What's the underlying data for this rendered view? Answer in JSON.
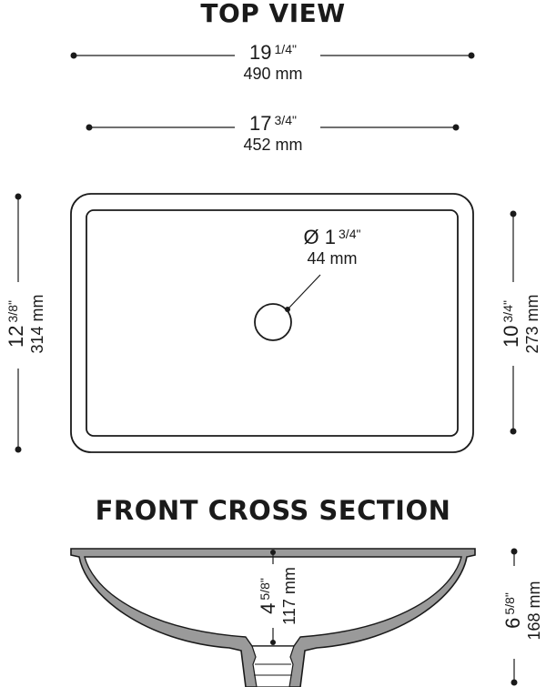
{
  "titles": {
    "top_view": "TOP VIEW",
    "front_cross_section": "FRONT CROSS SECTION"
  },
  "dimensions": {
    "outer_width": {
      "whole": "19",
      "fraction": "1/4\"",
      "metric": "490 mm"
    },
    "inner_width": {
      "whole": "17",
      "fraction": "3/4\"",
      "metric": "452 mm"
    },
    "drain_diameter": {
      "whole": "Ø 1",
      "fraction": "3/4\"",
      "metric": "44 mm"
    },
    "outer_depth": {
      "whole": "12",
      "fraction": "3/8\"",
      "metric": "314 mm"
    },
    "inner_depth": {
      "whole": "10",
      "fraction": "3/4\"",
      "metric": "273 mm"
    },
    "bowl_depth": {
      "whole": "4",
      "fraction": "5/8\"",
      "metric": "117 mm"
    },
    "overall_height": {
      "whole": "6",
      "fraction": "5/8\"",
      "metric": "168 mm"
    }
  },
  "colors": {
    "line": "#1a1a1a",
    "section_fill": "#9a9a9a",
    "rim_fill": "#ffffff"
  }
}
